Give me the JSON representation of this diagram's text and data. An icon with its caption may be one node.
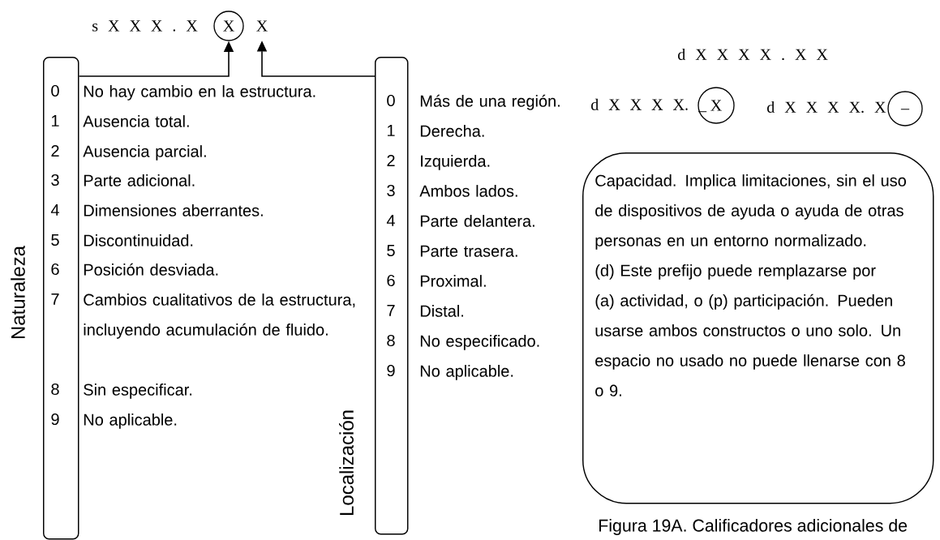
{
  "diagram": {
    "caption": "Figura 19A. Calificadores adicionales de",
    "nodes": [
      {
        "text": [
          "X"
        ]
      },
      {
        "text": [
          "X"
        ]
      },
      {
        "text": [
          "0",
          "1",
          "2",
          "3",
          "4",
          "5",
          "6",
          "7",
          "8",
          "9"
        ],
        "beside": [
          "Naturaleza",
          "No hay cambio en la estructura.",
          "Ausencia total.",
          "Ausencia parcial.",
          "Parte adicional.",
          "Dimensiones aberrantes.",
          "Discontinuidad.",
          "Posición desviada.",
          "Cambios cualitativos de la estructura, incluyendo acumulación de fluido.",
          "Sin especificar.",
          "No aplicable."
        ]
      },
      {
        "text": [
          "0",
          "1",
          "2",
          "3",
          "4",
          "5",
          "6",
          "7",
          "8",
          "9"
        ],
        "beside": [
          "Localización",
          "Más de una región.",
          "Derecha.",
          "Izquierda.",
          "Ambos lados.",
          "Parte delantera.",
          "Parte trasera.",
          "Proximal.",
          "Distal.",
          "No especificado.",
          "No aplicable."
        ]
      },
      {
        "text": [
          "X"
        ]
      },
      {
        "text": [
          "_"
        ]
      },
      {
        "text": [
          "Capacidad. Implica limitaciones, sin el uso de dispositivos de ayuda o ayuda de otras personas en un entorno normalizado.",
          "(d) Este prefijo puede remplazarse por (a) actividad, o (p) participación. Pueden usarse ambos constructos o uno solo. Un espacio no usado no puede llenarse con 8 o 9."
        ]
      }
    ],
    "edges": [
      {
        "from": 2,
        "to": 0,
        "arrow": "to"
      },
      {
        "from": 3,
        "to": 1,
        "arrow": "to"
      }
    ],
    "labels": [
      "s X X X . X",
      "d X X X X . X X",
      "d X X X X. _",
      "d X X X X. X"
    ]
  }
}
